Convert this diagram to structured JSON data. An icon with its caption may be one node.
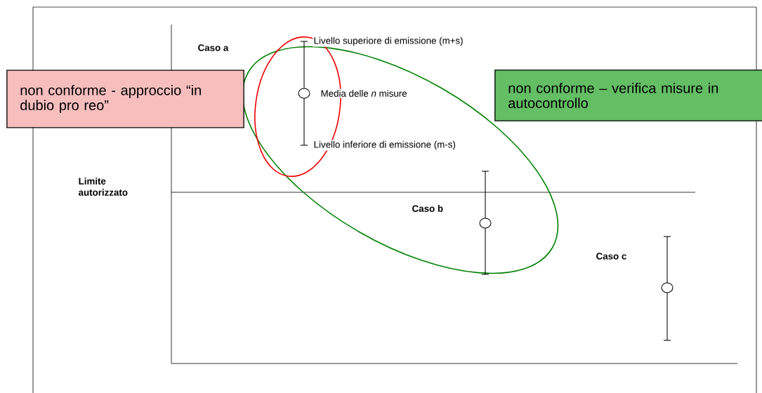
{
  "diagram": {
    "nodes": [
      {
        "text": [
          "non conforme - approccio “in dubio pro reo”"
        ]
      },
      {
        "text": [
          "non conforme – verifica misure in autocontrollo"
        ]
      }
    ],
    "labels": [
      "Caso a",
      "Livello superiore di emissione (m+s)",
      "Media delle *n* misure",
      "Livello inferiore di emissione (m-s)",
      "Limite autorizzato",
      "Caso b",
      "Caso c"
    ]
  }
}
